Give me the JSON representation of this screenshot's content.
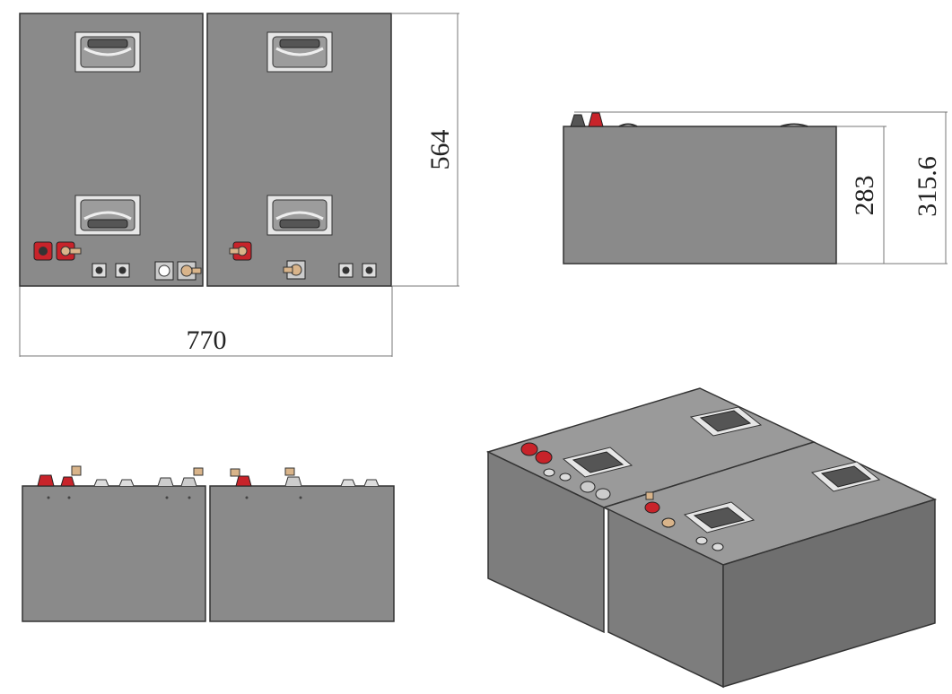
{
  "dimensions": {
    "width": "770",
    "depth": "564",
    "case_height": "283",
    "total_height": "315.6"
  },
  "colors": {
    "case": "#8a8a8a",
    "case_dark": "#6f6f6f",
    "case_top": "#9a9a9a",
    "terminal_red": "#c8232a",
    "terminal_brass": "#d9b48a",
    "handle": "#d8d8d8",
    "outline": "#333333"
  },
  "icons": [
    "handle-icon",
    "terminal-positive-icon",
    "terminal-negative-icon",
    "connector-port-icon"
  ]
}
